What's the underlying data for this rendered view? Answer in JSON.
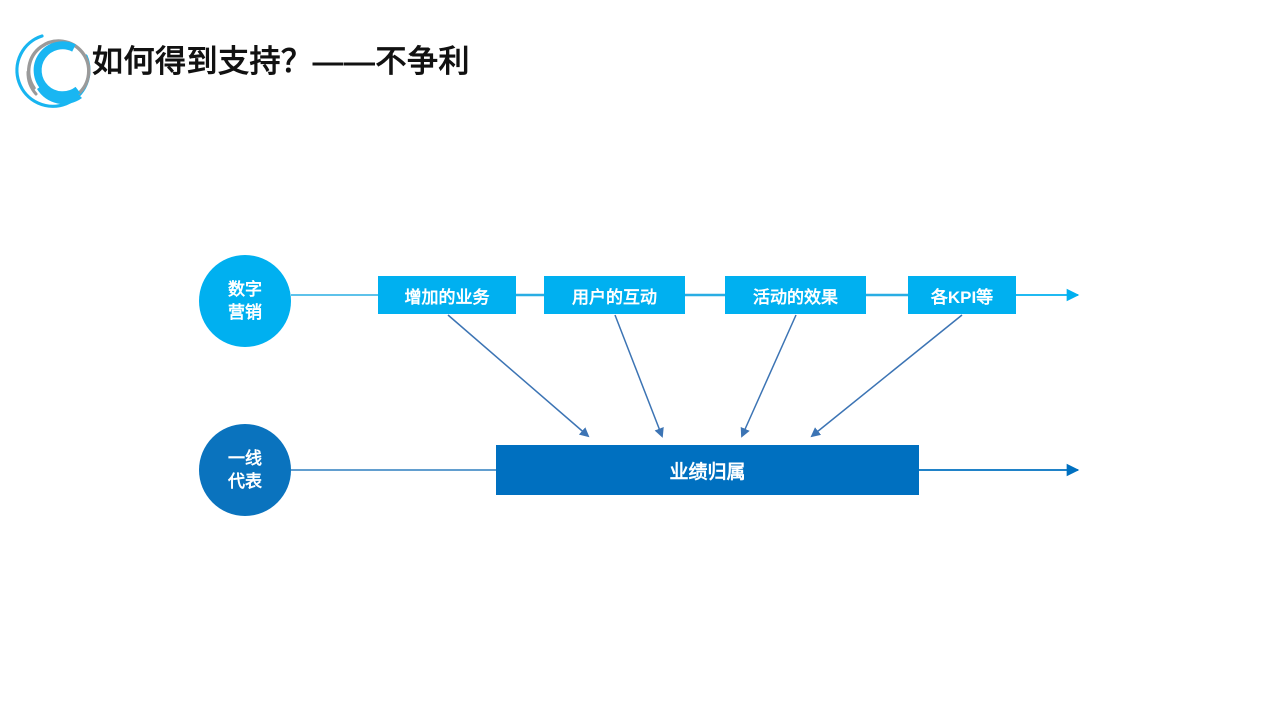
{
  "header": {
    "title": "如何得到支持？——不争利",
    "logo_name": "circular-arc-logo"
  },
  "colors": {
    "light_blue": "#00B0F0",
    "dark_blue": "#0070C0",
    "circle_dark_blue": "#0A73BE",
    "arrow_blue": "#3C74B4",
    "title_text": "#111111",
    "background": "#FFFFFF"
  },
  "diagram": {
    "type": "flow",
    "rows": [
      {
        "circle": {
          "line1": "数字",
          "line2": "营销"
        },
        "boxes": [
          {
            "label": "增加的业务"
          },
          {
            "label": "用户的互动"
          },
          {
            "label": "活动的效果"
          },
          {
            "label": "各KPI等"
          }
        ]
      },
      {
        "circle": {
          "line1": "一线",
          "line2": "代表"
        },
        "bar": {
          "label": "业绩归属"
        }
      }
    ]
  }
}
